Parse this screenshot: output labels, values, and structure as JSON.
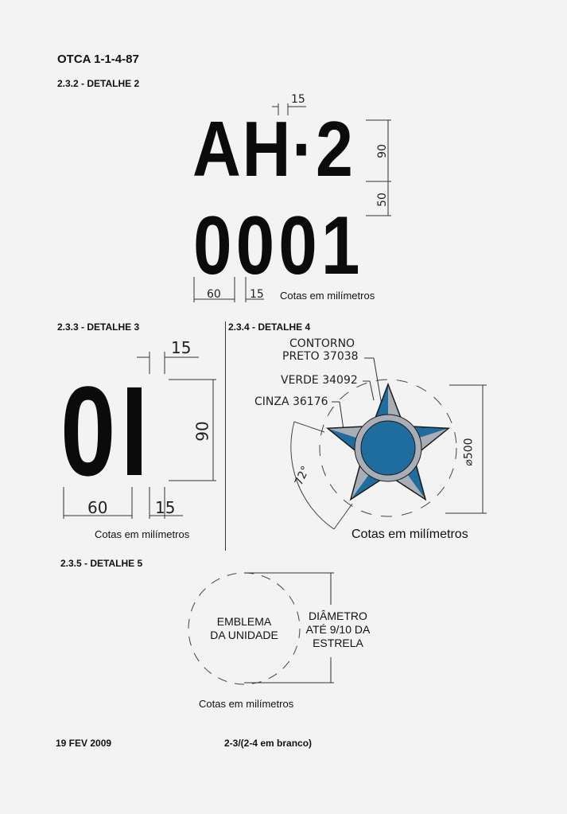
{
  "header": {
    "doc_ref": "OTCA 1-1-4-87",
    "section_2_3_2": "2.3.2 - DETALHE 2"
  },
  "detail2": {
    "plate_line1": "AH·2",
    "plate_line2": "0001",
    "dim_spacing": "15",
    "dim_height": "90",
    "dim_gap": "50",
    "dim_width": "60",
    "dim_stroke": "15",
    "caption": "Cotas em milímetros"
  },
  "detail3": {
    "title": "2.3.3 - DETALHE 3",
    "chars": "0I",
    "dim_top": "15",
    "dim_height": "90",
    "dim_width": "60",
    "dim_stroke": "15",
    "caption": "Cotas em milímetros"
  },
  "detail4": {
    "title": "2.3.4 - DETALHE 4",
    "label_contorno_1": "CONTORNO",
    "label_contorno_2": "PRETO 37038",
    "label_verde": "VERDE 34092",
    "label_cinza": "CINZA 36176",
    "angle": "72°",
    "diameter": "⌀500",
    "caption": "Cotas em milímetros",
    "colors": {
      "blue": "#1f6c9e",
      "gray": "#a9aeb6",
      "outline": "#1a1a1a"
    }
  },
  "detail5": {
    "title": "2.3.5 - DETALHE 5",
    "emblem_1": "EMBLEMA",
    "emblem_2": "DA UNIDADE",
    "diam_1": "DIÂMETRO",
    "diam_2": "ATÉ 9/10 DA",
    "diam_3": "ESTRELA",
    "caption": "Cotas em milímetros"
  },
  "footer": {
    "date": "19 FEV 2009",
    "page": "2-3/(2-4 em branco)"
  }
}
